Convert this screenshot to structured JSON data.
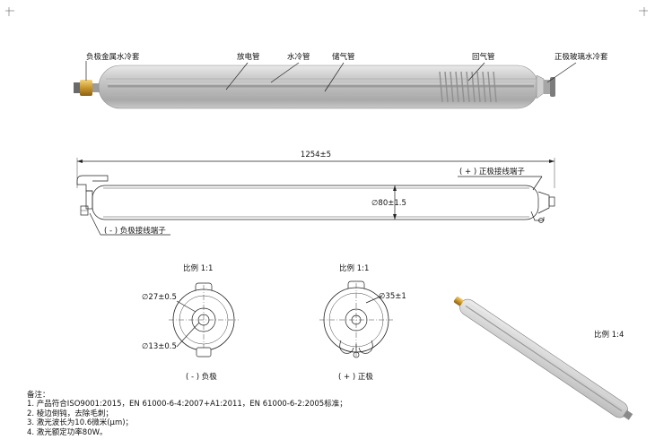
{
  "top_view": {
    "labels": {
      "neg_jacket": "负极金属水冷套",
      "discharge": "放电管",
      "water": "水冷管",
      "storage": "储气管",
      "return": "回气管",
      "pos_jacket": "正极玻璃水冷套"
    }
  },
  "dims": {
    "length": "1254±5",
    "diameter": "80±1.5",
    "pos_terminal": "( + ) 正极接线端子",
    "neg_terminal": "( - ) 负极接线端子",
    "dia_symbol": "∅"
  },
  "end_views": {
    "left": {
      "scale": "比例 1:1",
      "d1": "27±0.5",
      "d2": "13±0.5",
      "caption": "( - ) 负极"
    },
    "right": {
      "scale": "比例 1:1",
      "d1": "35±1",
      "caption": "( + ) 正极"
    }
  },
  "iso_view": {
    "scale": "比例 1:4"
  },
  "notes": {
    "title": "备注：",
    "lines": [
      "1. 产品符合ISO9001:2015，EN 61000-6-4:2007+A1:2011，EN 61000-6-2:2005标准；",
      "2. 棱边倒钝，去除毛刺；",
      "3. 激光波长为10.6微米(μm)；",
      "4. 激光额定功率80W。"
    ]
  }
}
